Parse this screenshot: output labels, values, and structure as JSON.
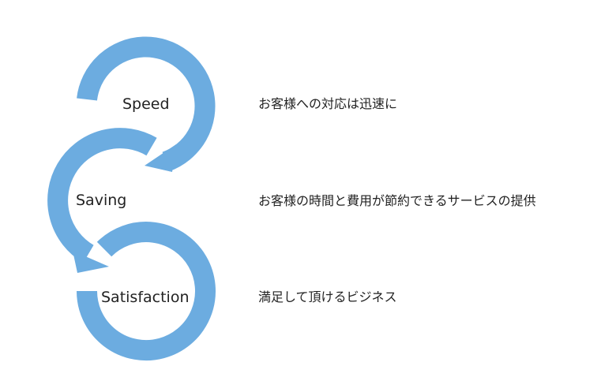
{
  "colors": {
    "arrow": "#6cace0",
    "text": "#222222",
    "background": "#ffffff"
  },
  "nodes": [
    {
      "label": "Speed",
      "description": "お客様への対応は迅速に"
    },
    {
      "label": "Saving",
      "description": "お客様の時間と費用が節約できるサービスの提供"
    },
    {
      "label": "Satisfaction",
      "description": "満足して頂けるビジネス"
    }
  ]
}
